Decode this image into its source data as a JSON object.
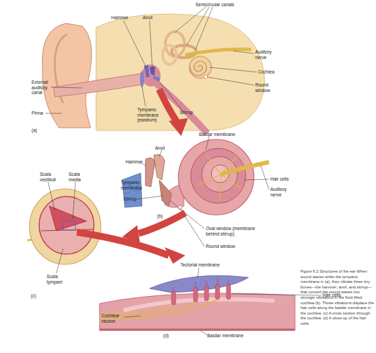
{
  "diagram": {
    "caption": "Figure 6.2 Structures of the ear When sound waves strike the tympanic membrane in (a), they vibrate three tiny bones—the hammer, anvil, and stirrup—that convert the sound waves into stronger vibrations in the fluid-filled cochlea (b). Those vibrations displace the hair cells along the basilar membrane in the cochlea. (c) A cross section through the cochlea. (d) A close-up of the hair cells.",
    "labels": [
      "Hammer",
      "Anvil",
      "Semicircular canals",
      "Auditory nerve",
      "Cochlea",
      "Round window",
      "External auditory canal",
      "Pinna",
      "Tympanic membrane (eardrum)",
      "Stirrup",
      "(a)",
      "Basilar membrane",
      "Anvil",
      "Hammer",
      "Hair cells",
      "Tympanic membrane",
      "Auditory nerve",
      "Stirrup",
      "(b)",
      "Oval window (membrane behind stirrup)",
      "Round window",
      "Scala vestibuli",
      "Scala media",
      "Scala tympani",
      "(c)",
      "Tectorial membrane",
      "Hair cells",
      "Cochlear neuron",
      "Basilar membrane",
      "(d)"
    ]
  }
}
